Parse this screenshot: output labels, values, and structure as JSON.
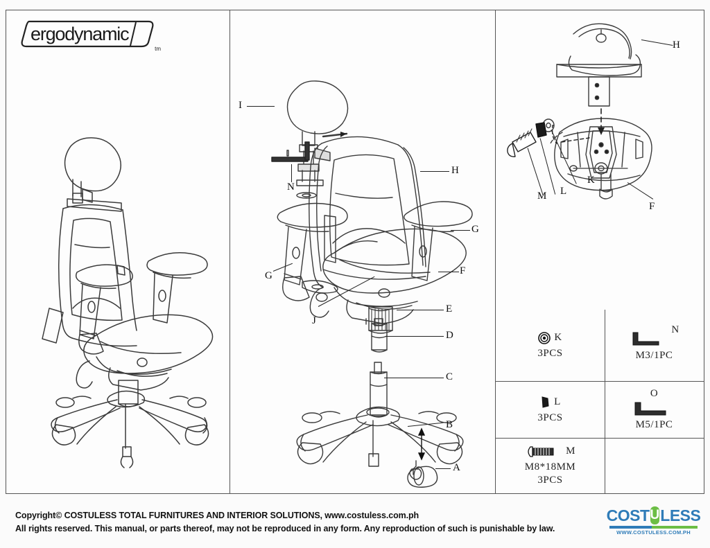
{
  "document": {
    "type": "assembly-instruction-sheet",
    "brand_logo_text": "ergodynamic",
    "brand_logo_tm": "tm"
  },
  "panels": {
    "left": {
      "name": "assembled-chair-view",
      "caption": ""
    },
    "middle": {
      "name": "exploded-parts-view",
      "labels": [
        {
          "id": "I",
          "text": "I"
        },
        {
          "id": "N",
          "text": "N"
        },
        {
          "id": "H",
          "text": "H"
        },
        {
          "id": "G_left",
          "text": "G"
        },
        {
          "id": "G_right",
          "text": "G"
        },
        {
          "id": "F",
          "text": "F"
        },
        {
          "id": "J",
          "text": "J"
        },
        {
          "id": "E",
          "text": "E"
        },
        {
          "id": "D",
          "text": "D"
        },
        {
          "id": "C",
          "text": "C"
        },
        {
          "id": "B",
          "text": "B"
        },
        {
          "id": "A",
          "text": "A"
        }
      ]
    },
    "right": {
      "name": "backrest-bracket-detail-view",
      "labels": [
        {
          "id": "H",
          "text": "H"
        },
        {
          "id": "F",
          "text": "F"
        },
        {
          "id": "K",
          "text": "K"
        },
        {
          "id": "L",
          "text": "L"
        },
        {
          "id": "M",
          "text": "M"
        }
      ]
    }
  },
  "parts_table": {
    "cells": [
      {
        "letter": "K",
        "icon": "washer-icon",
        "spec": "",
        "qty": "3PCS"
      },
      {
        "letter": "N",
        "icon": "allen-key-icon",
        "spec": "",
        "qty": "M3/1PC"
      },
      {
        "letter": "L",
        "icon": "spacer-icon",
        "spec": "",
        "qty": "3PCS"
      },
      {
        "letter": "O",
        "icon": "allen-key-icon",
        "spec": "",
        "qty": "M5/1PC"
      },
      {
        "letter": "M",
        "icon": "bolt-icon",
        "spec": "M8*18MM",
        "qty": "3PCS"
      },
      {
        "letter": "",
        "icon": "",
        "spec": "",
        "qty": ""
      }
    ]
  },
  "footer": {
    "line1": "Copyright© COSTULESS TOTAL FURNITURES AND INTERIOR SOLUTIONS, www.costuless.com.ph",
    "line2": "All rights reserved. This manual, or parts thereof, may not be reproduced in any form. Any reproduction of such is punishable by law."
  },
  "costuless_logo": {
    "part1": "COST",
    "badge": "U",
    "part2": "LESS",
    "url": "WWW.COSTULESS.COM.PH"
  },
  "colors": {
    "brand_blue": "#2f7cb8",
    "brand_green": "#6cbe45",
    "line": "#555555",
    "ink": "#1a1a1a",
    "page_bg": "#fbfbfb"
  }
}
